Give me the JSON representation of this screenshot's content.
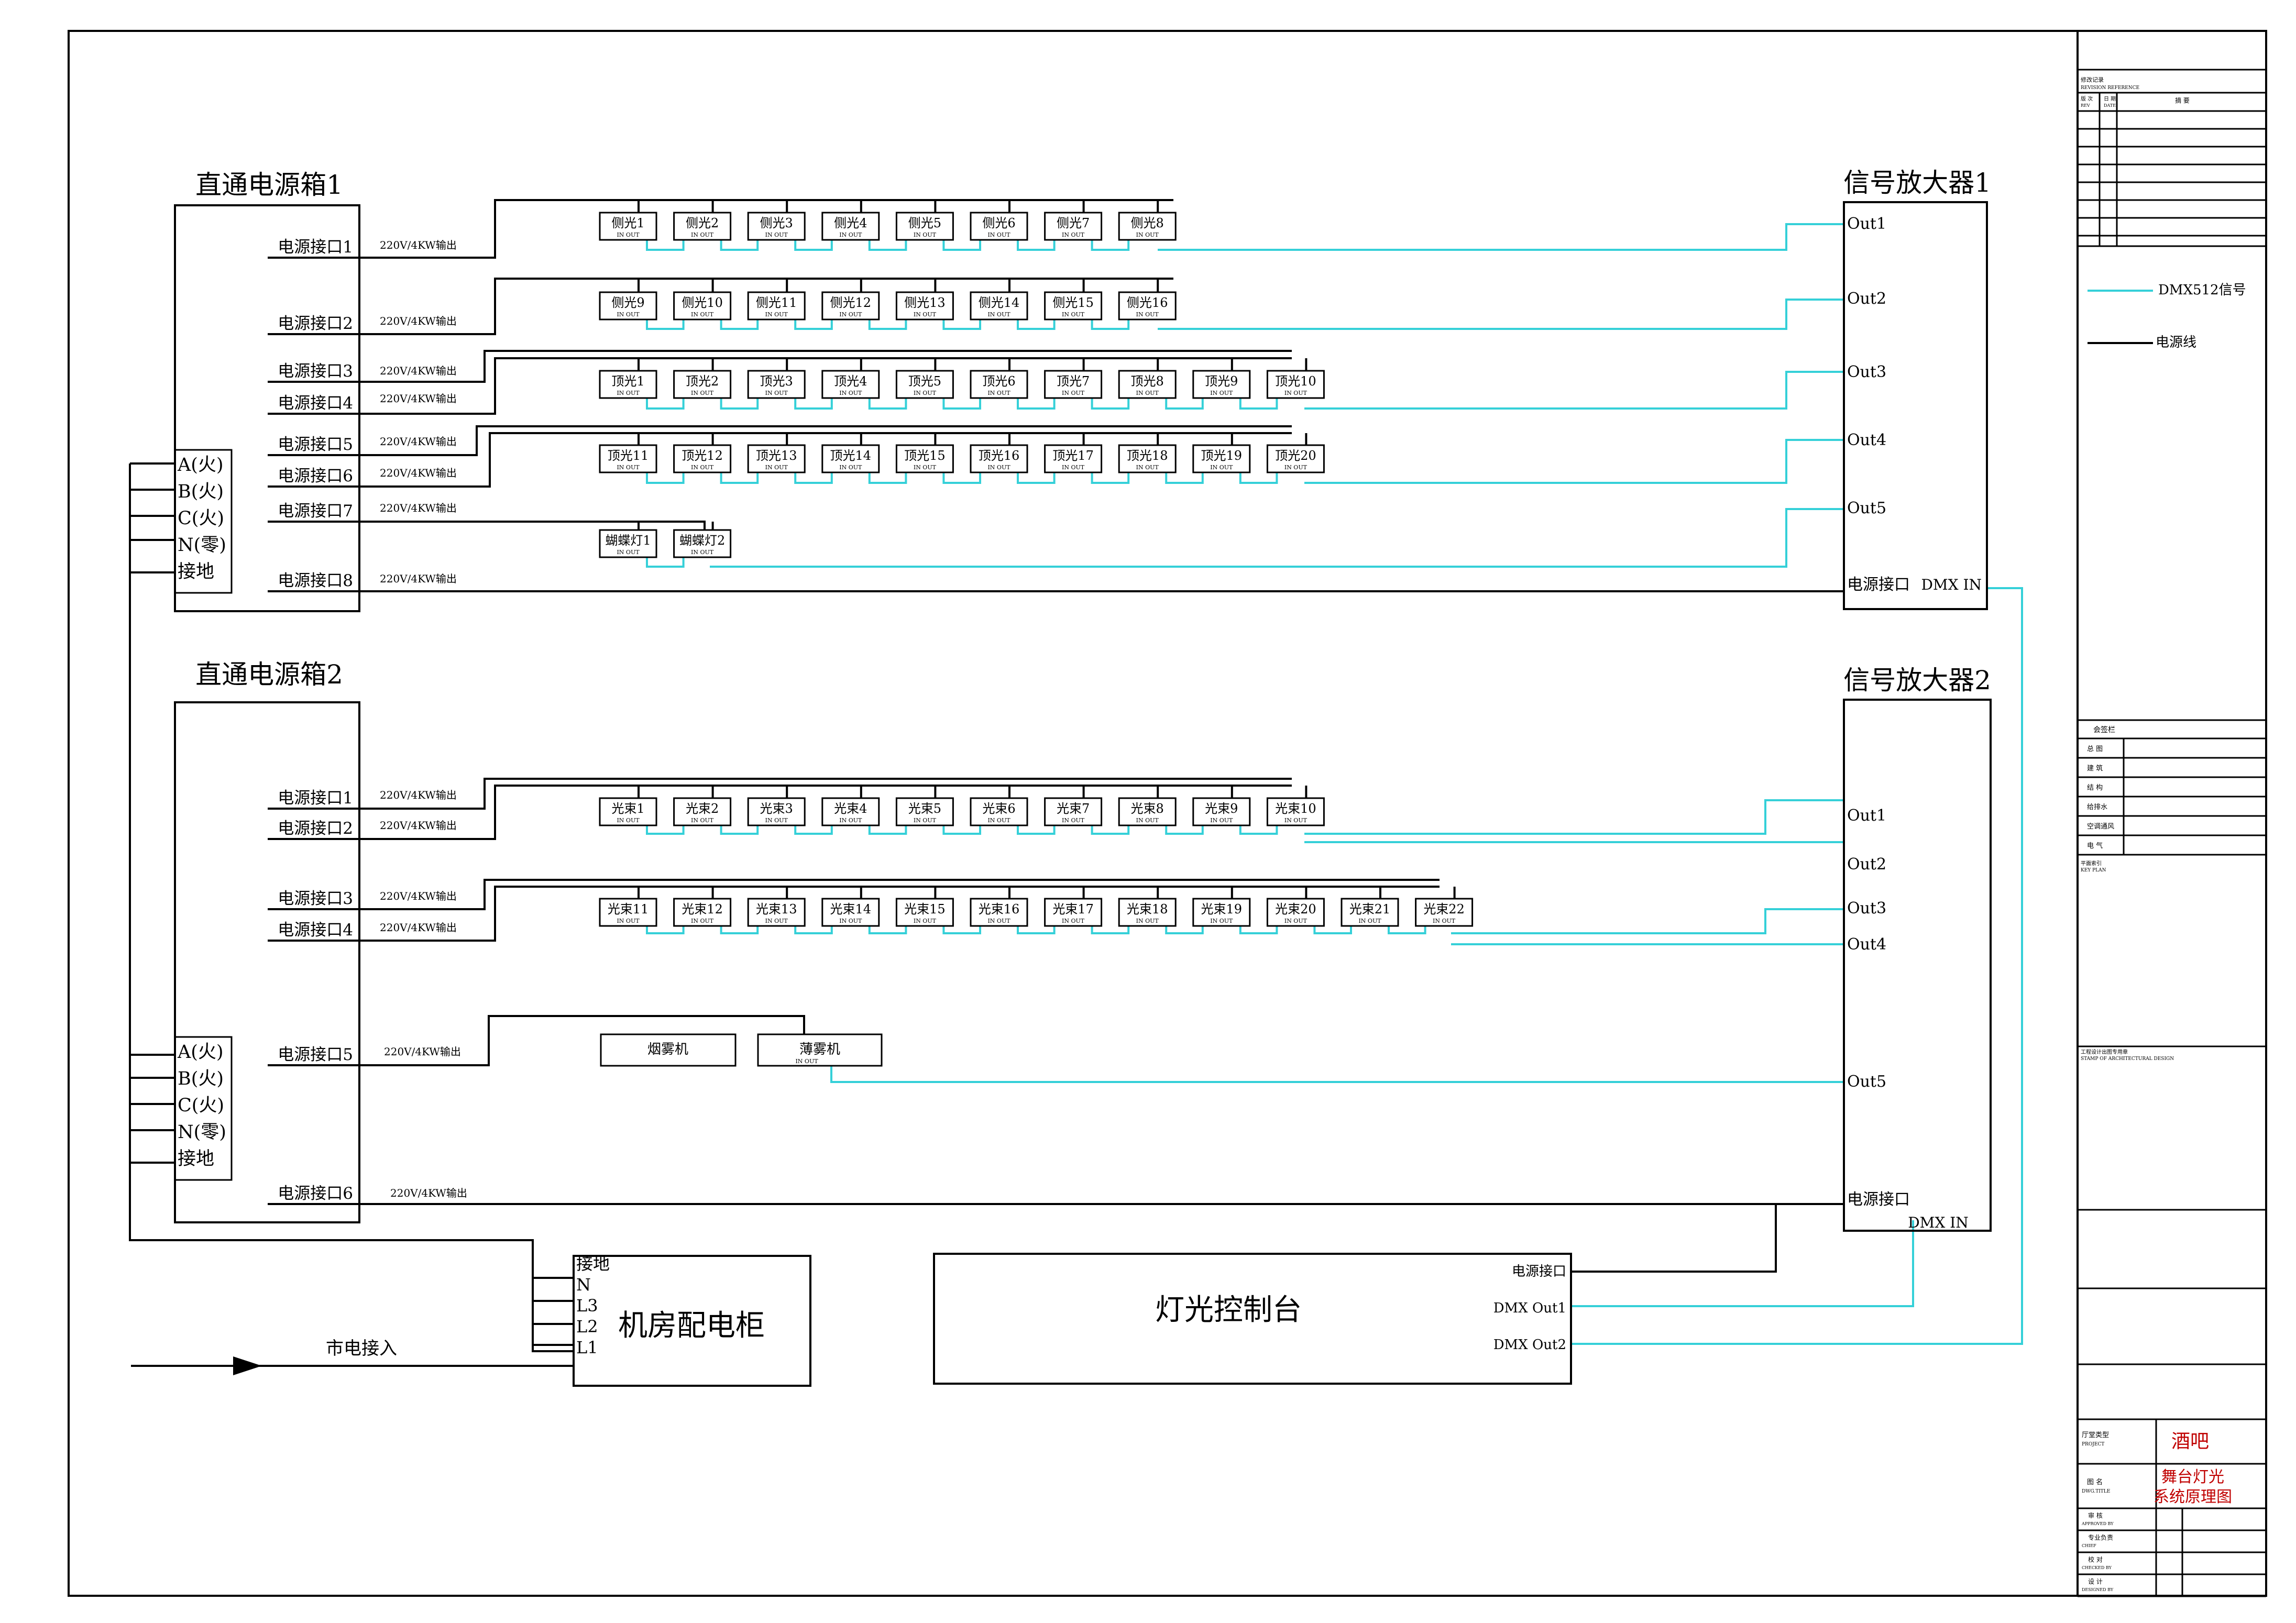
{
  "colors": {
    "dmx": "#35d0d8",
    "power": "#000000",
    "title_red": "#c00000"
  },
  "box1": {
    "title": "直通电源箱1",
    "ports": [
      "电源接口1",
      "电源接口2",
      "电源接口3",
      "电源接口4",
      "电源接口5",
      "电源接口6",
      "电源接口7",
      "电源接口8"
    ]
  },
  "box2": {
    "title": "直通电源箱2",
    "ports": [
      "电源接口1",
      "电源接口2",
      "电源接口3",
      "电源接口4",
      "电源接口5",
      "电源接口6"
    ]
  },
  "phases": [
    "A(火)",
    "B(火)",
    "C(火)",
    "N(零)",
    "接地"
  ],
  "wire_label": "220V/4KW输出",
  "amp1": {
    "title": "信号放大器1",
    "outs": [
      "Out1",
      "Out2",
      "Out3",
      "Out4",
      "Out5"
    ],
    "power": "电源接口",
    "dmx_in": "DMX IN"
  },
  "amp2": {
    "title": "信号放大器2",
    "outs": [
      "Out1",
      "Out2",
      "Out3",
      "Out4",
      "Out5"
    ],
    "power": "电源接口",
    "dmx_in": "DMX IN"
  },
  "fixtures": {
    "side": [
      "侧光1",
      "侧光2",
      "侧光3",
      "侧光4",
      "侧光5",
      "侧光6",
      "侧光7",
      "侧光8",
      "侧光9",
      "侧光10",
      "侧光11",
      "侧光12",
      "侧光13",
      "侧光14",
      "侧光15",
      "侧光16"
    ],
    "top": [
      "顶光1",
      "顶光2",
      "顶光3",
      "顶光4",
      "顶光5",
      "顶光6",
      "顶光7",
      "顶光8",
      "顶光9",
      "顶光10",
      "顶光11",
      "顶光12",
      "顶光13",
      "顶光14",
      "顶光15",
      "顶光16",
      "顶光17",
      "顶光18",
      "顶光19",
      "顶光20"
    ],
    "butterfly": [
      "蝴蝶灯1",
      "蝴蝶灯2"
    ],
    "beam": [
      "光束1",
      "光束2",
      "光束3",
      "光束4",
      "光束5",
      "光束6",
      "光束7",
      "光束8",
      "光束9",
      "光束10",
      "光束11",
      "光束12",
      "光束13",
      "光束14",
      "光束15",
      "光束16",
      "光束17",
      "光束18",
      "光束19",
      "光束20",
      "光束21",
      "光束22"
    ],
    "smoke": "烟雾机",
    "haze": "薄雾机"
  },
  "cabinet": {
    "title": "机房配电柜",
    "terminals": [
      "接地",
      "N",
      "L3",
      "L2",
      "L1"
    ],
    "mains": "市电接入"
  },
  "console": {
    "title": "灯光控制台",
    "ports": [
      "电源接口",
      "DMX Out1",
      "DMX Out2"
    ]
  },
  "legend": {
    "dmx": "DMX512信号",
    "power": "电源线"
  },
  "titleblock": {
    "revision": "修改记录",
    "revision_en": "REVISION REFERENCE",
    "remark": "摘 要",
    "rev": "版 次",
    "rev_en": "REV",
    "date": "日 期",
    "date_en": "DATE",
    "sign": "会签栏",
    "disciplines": [
      "总 图",
      "建 筑",
      "结 构",
      "给排水",
      "空调通风",
      "电 气"
    ],
    "keyplan": "平面索引",
    "keyplan_en": "KEY PLAN",
    "stamp": "工程设计出图专用章",
    "stamp_en": "STAMP OF ARCHITECTURAL DESIGN",
    "project_label": "厅堂类型",
    "project_label_en": "PROJECT",
    "project_value": "酒吧",
    "drawing_label": "图 名",
    "drawing_label_en": "DWG.TITLE",
    "drawing_value_1": "舞台灯光",
    "drawing_value_2": "系统原理图",
    "roles": [
      {
        "zh": "审 核",
        "en": "APPROVED BY"
      },
      {
        "zh": "专业负责",
        "en": "CHIEF"
      },
      {
        "zh": "校 对",
        "en": "CHECKED BY"
      },
      {
        "zh": "设 计",
        "en": "DESIGNED BY"
      }
    ]
  }
}
